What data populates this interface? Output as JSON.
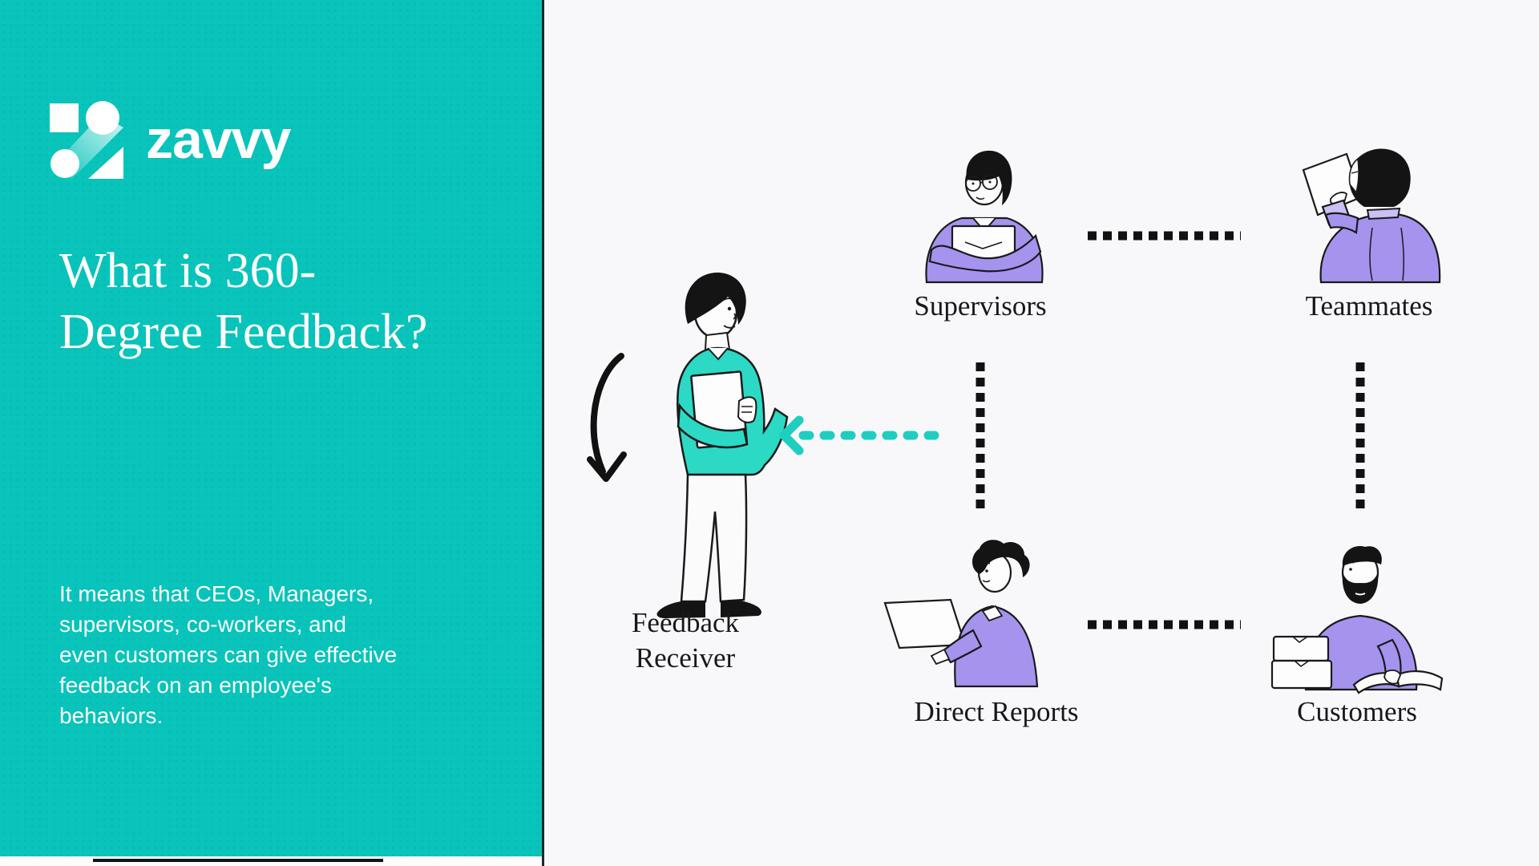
{
  "brand": {
    "wordmark": "zavvy"
  },
  "left_panel": {
    "title": "What is 360-\nDegree Feedback?",
    "description": "It means that CEOs, Managers,\nsupervisors, co-workers, and\neven customers can give effective\nfeedback on an employee's\nbehaviors."
  },
  "diagram": {
    "receiver": {
      "label": "Feedback\nReceiver"
    },
    "nodes": [
      {
        "id": "supervisors",
        "label": "Supervisors"
      },
      {
        "id": "teammates",
        "label": "Teammates"
      },
      {
        "id": "direct_reports",
        "label": "Direct Reports"
      },
      {
        "id": "customers",
        "label": "Customers"
      }
    ]
  },
  "colors": {
    "panel_teal": "#08C4BB",
    "accent_arrow_teal": "#1ECEC0",
    "figure_sweater_teal": "#2BD9C4",
    "figure_purple": "#A593EE",
    "figure_purple_light": "#CBBFF5",
    "canvas_offwhite": "#F8F8FA",
    "ink": "#1A1A1A"
  }
}
